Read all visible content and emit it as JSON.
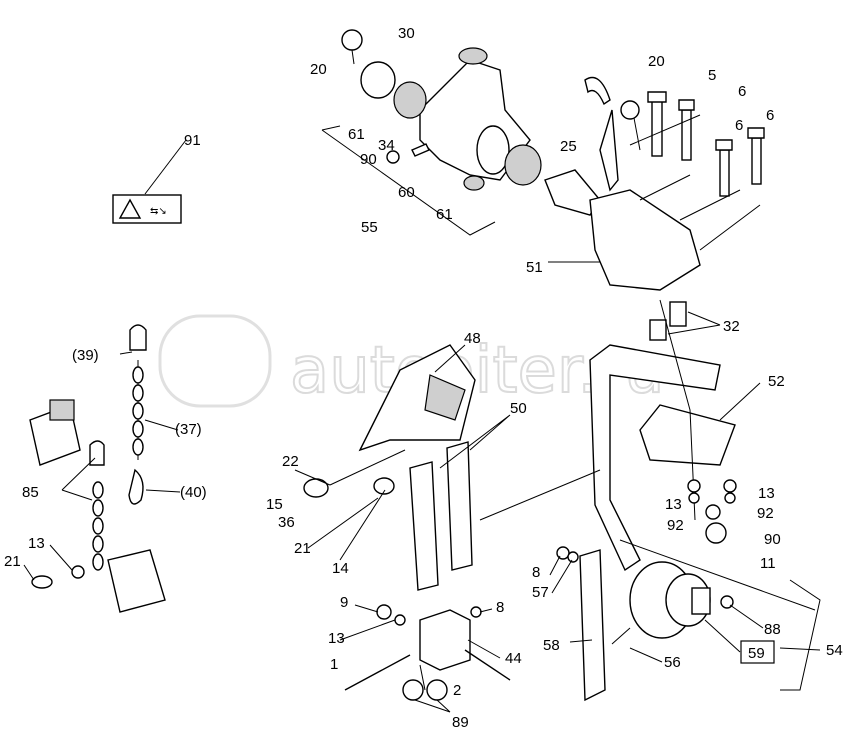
{
  "watermark": "autopiter.ru",
  "labels": {
    "top": [
      "20",
      "30",
      "61",
      "34",
      "90",
      "60",
      "55",
      "61",
      "20",
      "5",
      "6",
      "6",
      "6",
      "25",
      "51",
      "32",
      "52",
      "91"
    ],
    "left": [
      "(39)",
      "(37)",
      "(40)",
      "85",
      "13",
      "21"
    ],
    "center": [
      "48",
      "50",
      "22",
      "15",
      "36",
      "21",
      "14"
    ],
    "right": [
      "13",
      "92",
      "90",
      "13",
      "92",
      "11",
      "8",
      "57",
      "58",
      "56",
      "88",
      "59",
      "54"
    ],
    "bottom": [
      "9",
      "13",
      "8",
      "44",
      "1",
      "2",
      "89"
    ]
  },
  "warning_decal": {
    "icon": "warning-decal-icon"
  }
}
